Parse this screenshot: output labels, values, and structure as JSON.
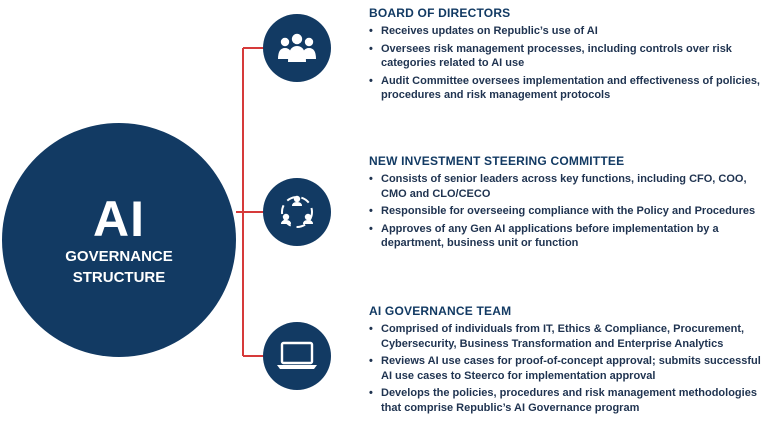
{
  "center": {
    "big": "AI",
    "line1": "GOVERNANCE",
    "line2": "STRUCTURE"
  },
  "icons": {
    "board": "people-group-icon",
    "committee": "team-circle-icon",
    "team": "laptop-icon"
  },
  "colors": {
    "navy": "#123a63",
    "connector": "#d63a3a",
    "text": "#1f3350"
  },
  "sections": [
    {
      "title": "BOARD OF DIRECTORS",
      "bullets": [
        "Receives updates on Republic’s use of AI",
        "Oversees risk management processes, including controls over risk categories related to AI use",
        "Audit Committee oversees implementation and effectiveness of policies, procedures and risk management protocols"
      ]
    },
    {
      "title": "NEW INVESTMENT STEERING COMMITTEE",
      "bullets": [
        "Consists of senior leaders across key functions, including CFO, COO, CMO and CLO/CECO",
        "Responsible for overseeing compliance with the Policy and Procedures",
        "Approves of any Gen AI applications before implementation by a department, business unit or function"
      ]
    },
    {
      "title": "AI GOVERNANCE TEAM",
      "bullets": [
        "Comprised of individuals from IT, Ethics & Compliance, Procurement, Cybersecurity, Business Transformation and Enterprise Analytics",
        "Reviews AI use cases for proof-of-concept approval; submits successful AI use cases to Steerco for implementation approval",
        "Develops the policies, procedures and risk management methodologies that comprise Republic’s AI Governance program"
      ]
    }
  ]
}
